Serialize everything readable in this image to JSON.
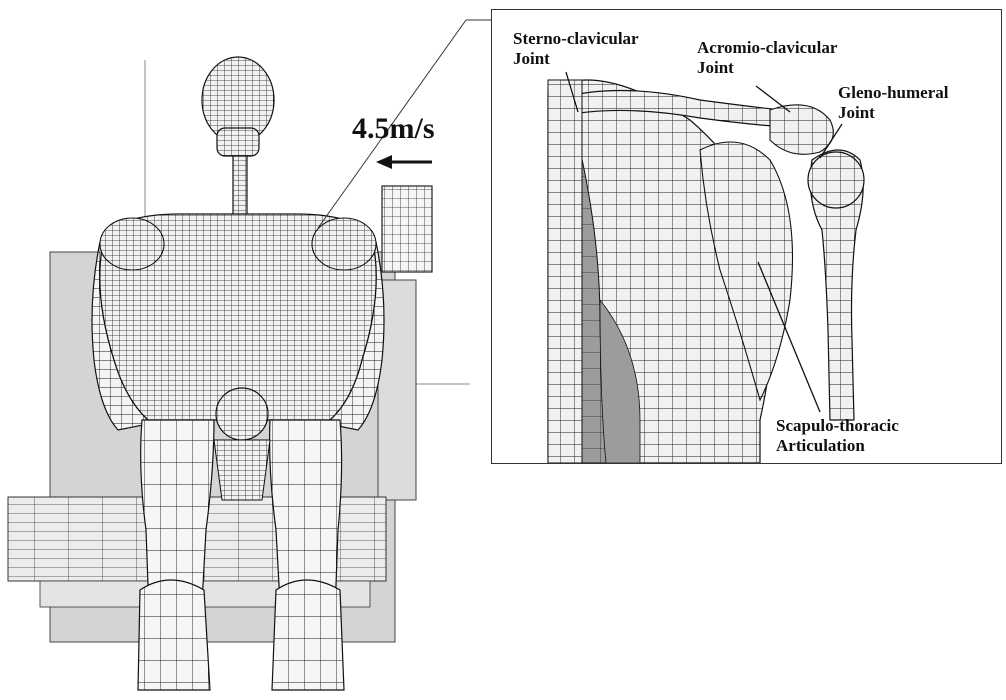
{
  "speed_label": "4.5m/s",
  "joints": {
    "sterno": [
      "Sterno-clavicular",
      "Joint"
    ],
    "acromio": [
      "Acromio-clavicular",
      "Joint"
    ],
    "gleno": [
      "Gleno-humeral",
      "Joint"
    ],
    "scapulo": [
      "Scapulo-thoracic",
      "Articulation"
    ]
  },
  "colors": {
    "mesh_line": "#1a1a1a",
    "body_fill": "#f2f2f2",
    "seat_fill": "#d6d6d6",
    "chest_fill": "#9a9a9a",
    "frame": "#777777"
  }
}
